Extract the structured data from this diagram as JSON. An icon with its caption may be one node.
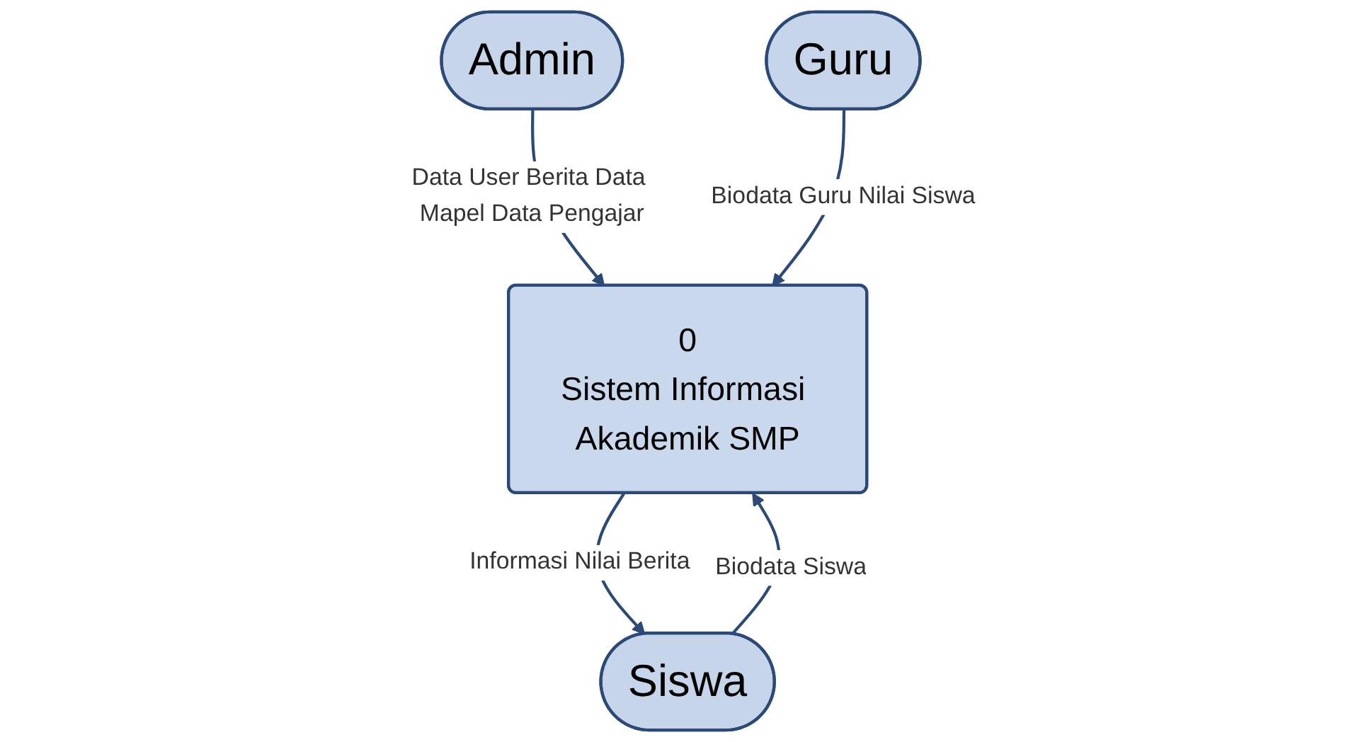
{
  "diagram": {
    "nodes": [
      {
        "text": [
          "Admin"
        ]
      },
      {
        "text": [
          "0",
          "Sistem Informasi Akademik SMP"
        ]
      },
      {
        "text": [
          "Guru"
        ]
      },
      {
        "text": [
          "Siswa"
        ]
      }
    ],
    "edges": [
      {
        "from": 0,
        "to": 1,
        "arrow": "to",
        "label": "Data User Berita Data Mapel Data Pengajar"
      },
      {
        "from": 2,
        "to": 1,
        "arrow": "to",
        "label": "Biodata Guru Nilai Siswa"
      },
      {
        "from": 1,
        "to": 3,
        "arrow": "to",
        "label": "Informasi Nilai Berita"
      },
      {
        "from": 3,
        "to": 1,
        "arrow": "to",
        "label": "Biodata Siswa"
      }
    ]
  }
}
